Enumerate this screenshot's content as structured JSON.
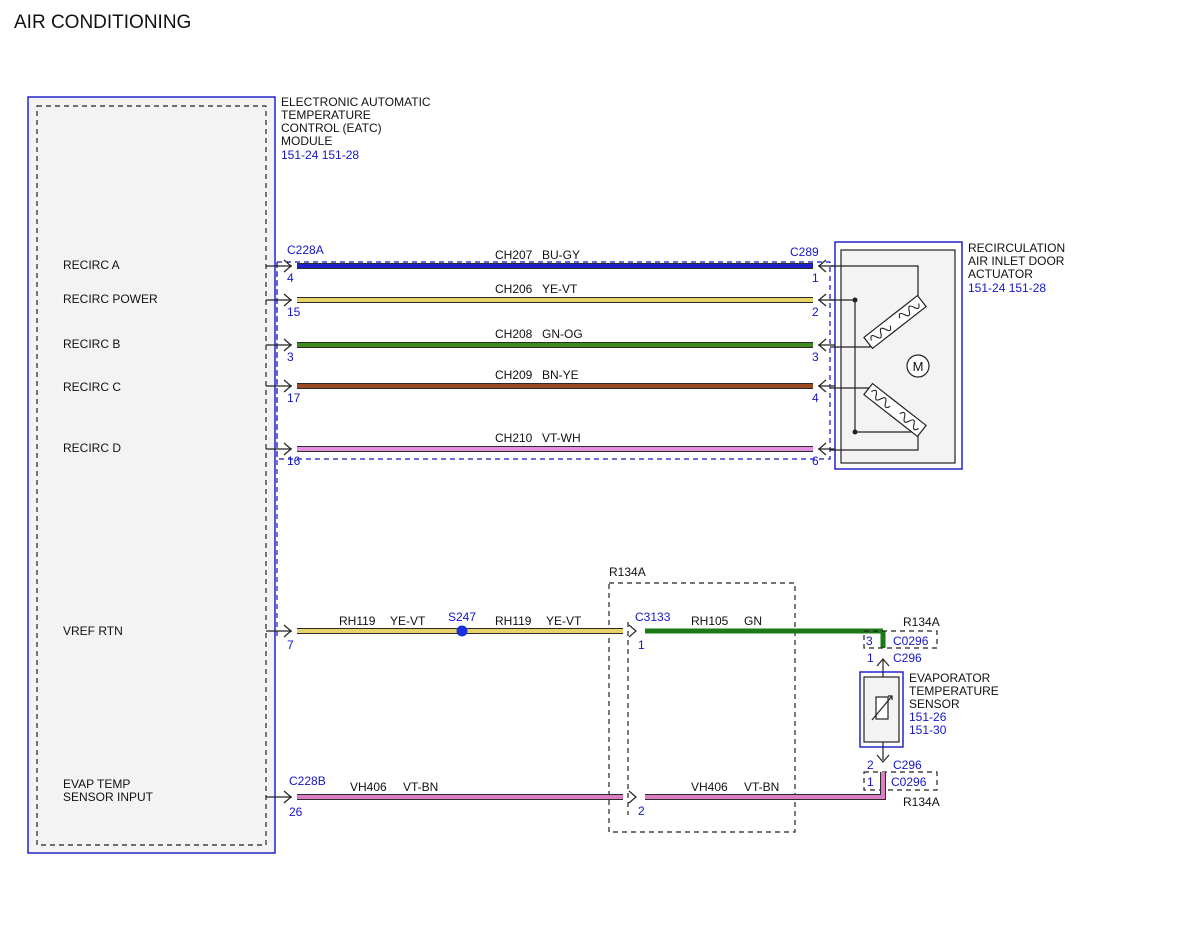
{
  "title": "AIR CONDITIONING",
  "colors": {
    "BU-GY": "#1e22c8",
    "YE-VT": "#e8d36a",
    "GN-OG": "#3f8a1c",
    "BN-YE": "#9a4a22",
    "VT-WH": "#e58ee0",
    "GN": "#1b7a15",
    "VT-BN": "#d97fc2",
    "module_outline": "#1515c8",
    "splice": "#1a2fe0"
  },
  "eatc": {
    "name_lines": [
      "ELECTRONIC AUTOMATIC",
      "TEMPERATURE",
      "CONTROL (EATC)",
      "MODULE"
    ],
    "refs": "151-24  151-28",
    "signals": [
      "RECIRC A",
      "RECIRC POWER",
      "RECIRC B",
      "RECIRC C",
      "RECIRC D",
      "VREF RTN",
      "EVAP TEMP",
      "SENSOR INPUT"
    ]
  },
  "actuator": {
    "name_lines": [
      "RECIRCULATION",
      "AIR INLET DOOR",
      "ACTUATOR"
    ],
    "refs": "151-24   151-28",
    "motor_label": "M"
  },
  "sensor": {
    "name_lines": [
      "EVAPORATOR",
      "TEMPERATURE",
      "SENSOR"
    ],
    "refs": [
      "151-26",
      "151-30"
    ]
  },
  "connectors": {
    "c228a": "C228A",
    "c289": "C289",
    "c228b": "C228B",
    "c3133": "C3133",
    "c296_top": "C296",
    "c296_bottom": "C296",
    "c0296_top": "C0296",
    "c0296_bottom": "C0296",
    "splice": "S247",
    "harness_box": "R134A",
    "harness_top": "R134A",
    "harness_bottom": "R134A"
  },
  "wires": [
    {
      "circuit": "CH207",
      "color": "BU-GY",
      "pin_left": "4",
      "pin_right": "1"
    },
    {
      "circuit": "CH206",
      "color": "YE-VT",
      "pin_left": "15",
      "pin_right": "2"
    },
    {
      "circuit": "CH208",
      "color": "GN-OG",
      "pin_left": "3",
      "pin_right": "3"
    },
    {
      "circuit": "CH209",
      "color": "BN-YE",
      "pin_left": "17",
      "pin_right": "4"
    },
    {
      "circuit": "CH210",
      "color": "VT-WH",
      "pin_left": "16",
      "pin_right": "6"
    }
  ],
  "vref": {
    "pin_left": "7",
    "seg1_circuit": "RH119",
    "seg1_color": "YE-VT",
    "seg2_circuit": "RH119",
    "seg2_color": "YE-VT",
    "seg3_circuit": "RH105",
    "seg3_color": "GN",
    "pin_c3133": "1",
    "pin_c0296": "3",
    "pin_c296": "1"
  },
  "evap": {
    "pin_left": "26",
    "seg1_circuit": "VH406",
    "seg1_color": "VT-BN",
    "seg2_circuit": "VH406",
    "seg2_color": "VT-BN",
    "pin_c3133": "2",
    "pin_c296": "2",
    "pin_c0296": "1"
  }
}
